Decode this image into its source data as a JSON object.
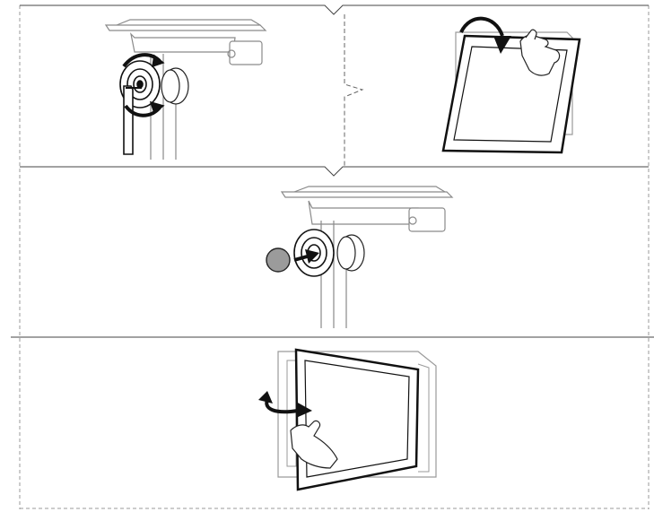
{
  "figure": {
    "panels": [
      {
        "id": "panel-1",
        "content": "loosen-tilt-knob-with-hex-key"
      },
      {
        "id": "panel-2",
        "content": "tilt-monitor-screen"
      },
      {
        "id": "panel-3",
        "content": "insert-cap-into-knob"
      },
      {
        "id": "panel-4",
        "content": "rotate-monitor-screen"
      }
    ],
    "icons": [
      "hex-key-icon",
      "rotate-arrow-icon",
      "curved-arrow-icon",
      "push-arrow-icon",
      "swing-arrow-icon",
      "hand-icon",
      "cap-disc-icon"
    ],
    "colors": {
      "line": "#111111",
      "light_line": "#8a8a8a",
      "dash": "#9a9a9a",
      "cap_fill": "#9b9b9b",
      "background": "#ffffff"
    }
  }
}
